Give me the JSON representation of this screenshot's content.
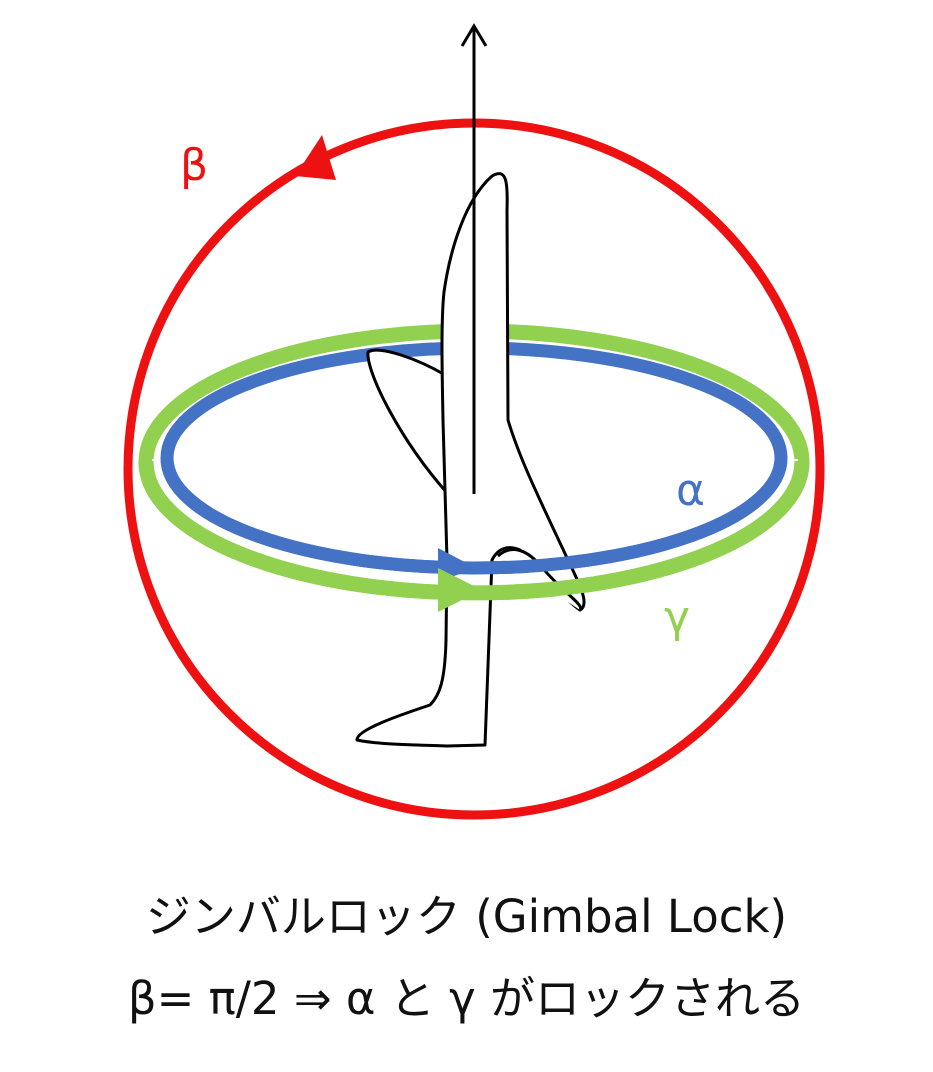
{
  "labels": {
    "beta": "β",
    "alpha": "α",
    "gamma": "γ"
  },
  "caption": {
    "line1": "ジンバルロック (Gimbal Lock)",
    "line2": "β= π/2 ⇒ α と γ がロックされる"
  },
  "colors": {
    "beta": "#ee1111",
    "alpha": "#4472c4",
    "gamma": "#92d050",
    "outline": "#000000"
  }
}
